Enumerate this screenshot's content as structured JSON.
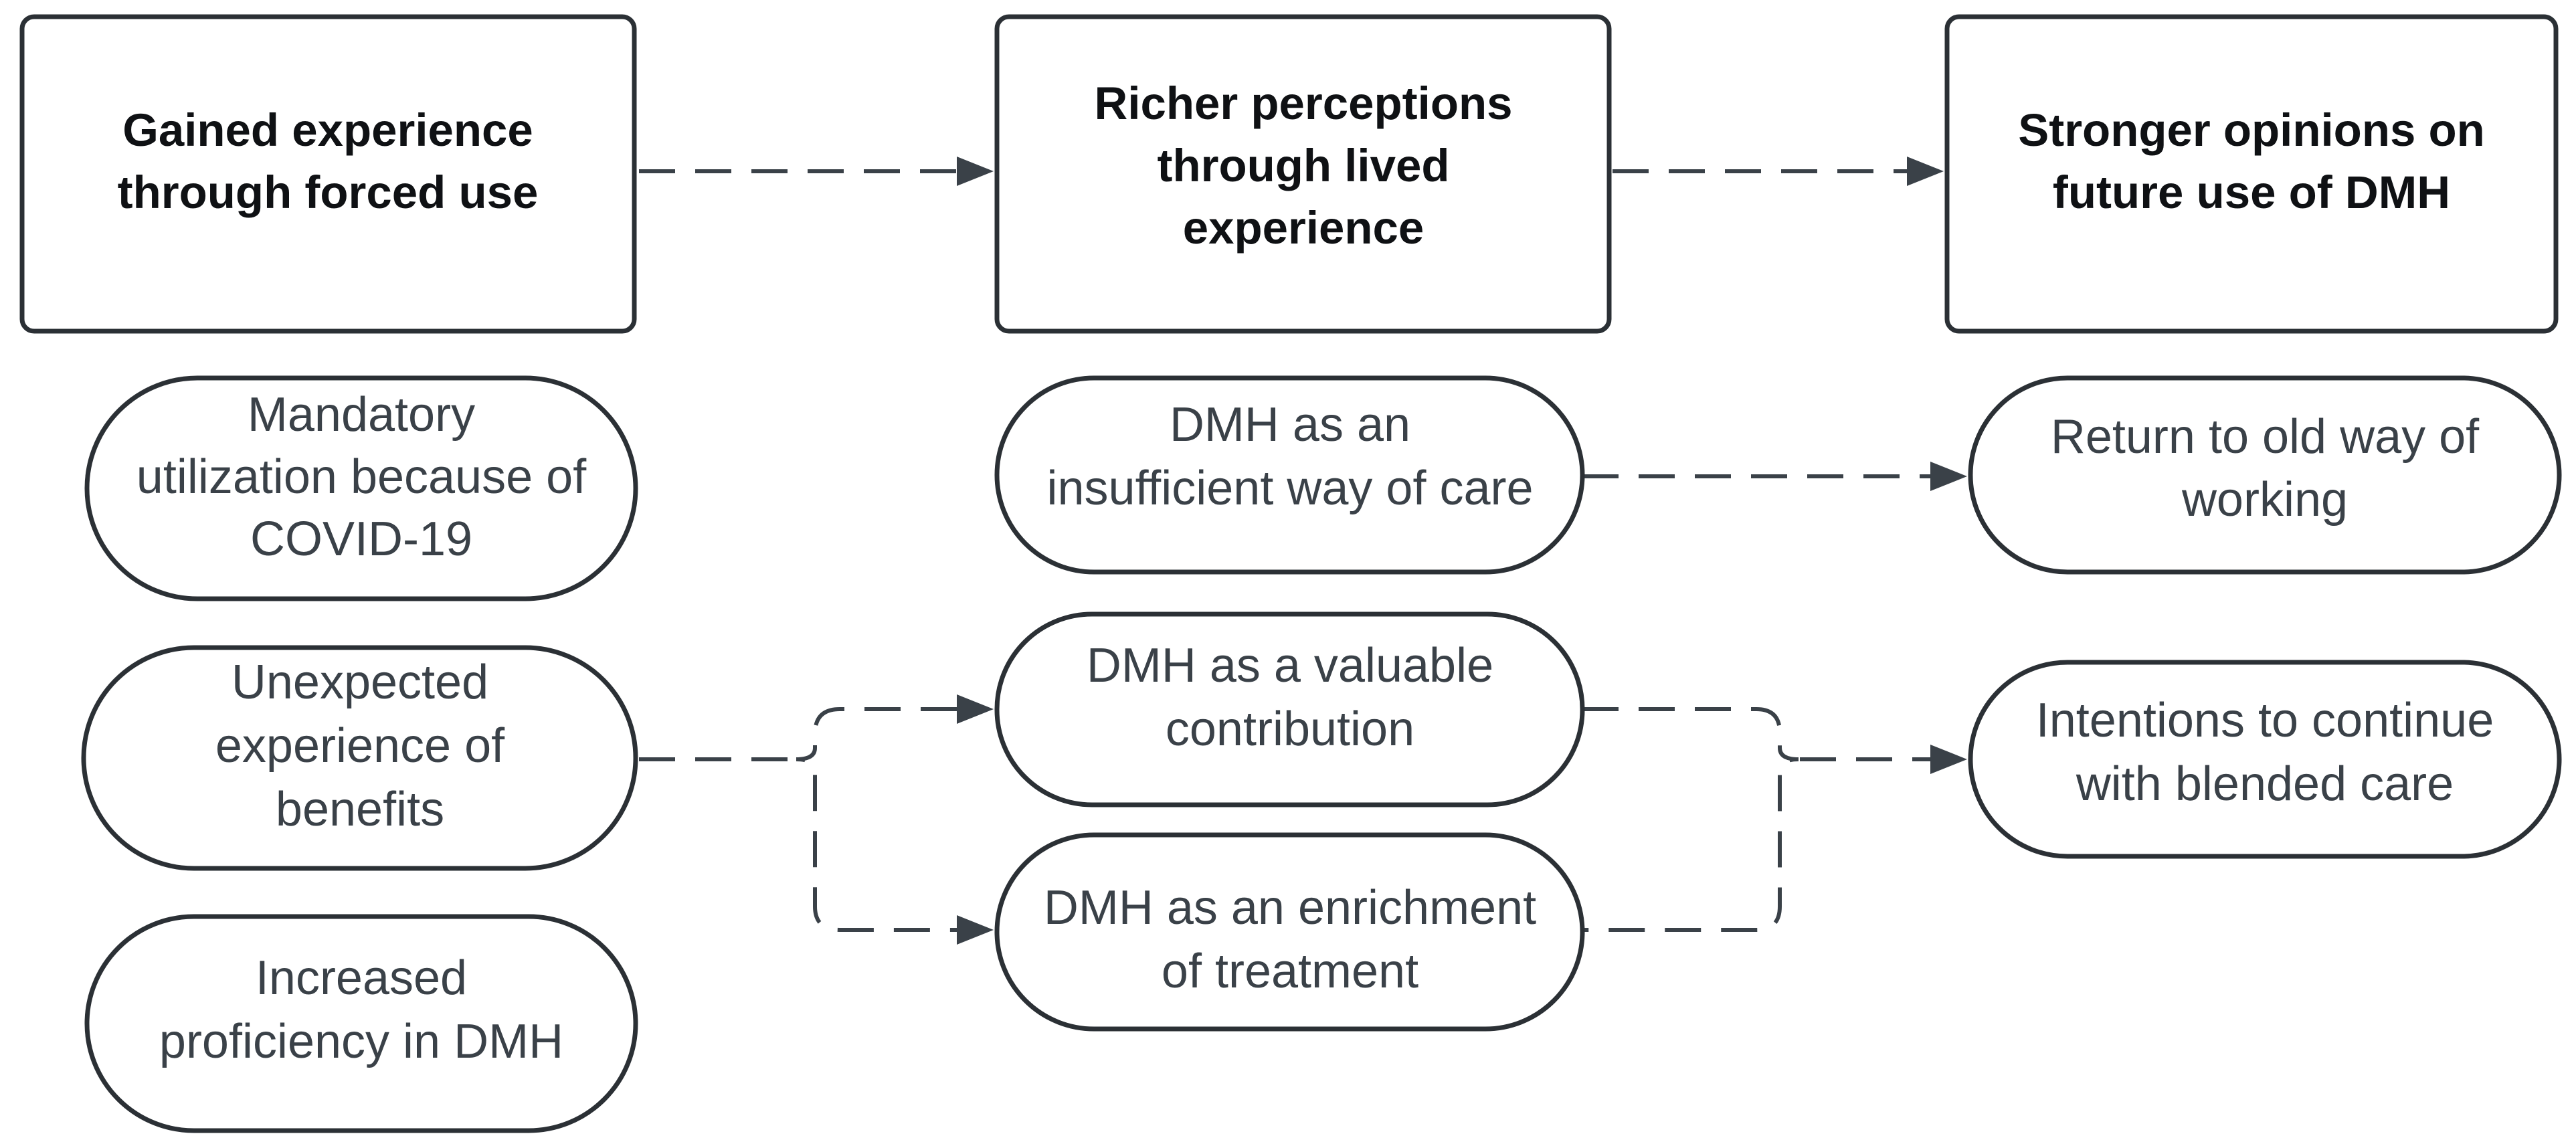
{
  "headers": [
    {
      "id": "h1",
      "lines": [
        "Gained experience",
        "through forced use"
      ]
    },
    {
      "id": "h2",
      "lines": [
        "Richer perceptions",
        "through lived",
        "experience"
      ]
    },
    {
      "id": "h3",
      "lines": [
        "Stronger opinions on",
        "future use of DMH"
      ]
    }
  ],
  "nodes": [
    {
      "id": "n1",
      "lines": [
        "Mandatory",
        "utilization because of",
        "COVID-19"
      ]
    },
    {
      "id": "n2",
      "lines": [
        "Unexpected",
        "experience of",
        "benefits"
      ]
    },
    {
      "id": "n3",
      "lines": [
        "Increased",
        "proficiency in DMH"
      ]
    },
    {
      "id": "n4",
      "lines": [
        "DMH as an",
        "insufficient way of care"
      ]
    },
    {
      "id": "n5",
      "lines": [
        "DMH as a valuable",
        "contribution"
      ]
    },
    {
      "id": "n6",
      "lines": [
        "DMH as an enrichment",
        "of treatment"
      ]
    },
    {
      "id": "n7",
      "lines": [
        "Return to old way of",
        "working"
      ]
    },
    {
      "id": "n8",
      "lines": [
        "Intentions to continue",
        "with blended care"
      ]
    }
  ],
  "edges": [
    {
      "from": "h1",
      "to": "h2",
      "style": "dashed"
    },
    {
      "from": "h2",
      "to": "h3",
      "style": "dashed"
    },
    {
      "from": "n4",
      "to": "n7",
      "style": "dashed"
    },
    {
      "from": "n2",
      "to": "n5",
      "style": "dashed"
    },
    {
      "from": "n2",
      "to": "n6",
      "style": "dashed"
    },
    {
      "from": "n5",
      "to": "n8",
      "style": "dashed"
    },
    {
      "from": "n6",
      "to": "n8",
      "style": "dashed"
    }
  ]
}
